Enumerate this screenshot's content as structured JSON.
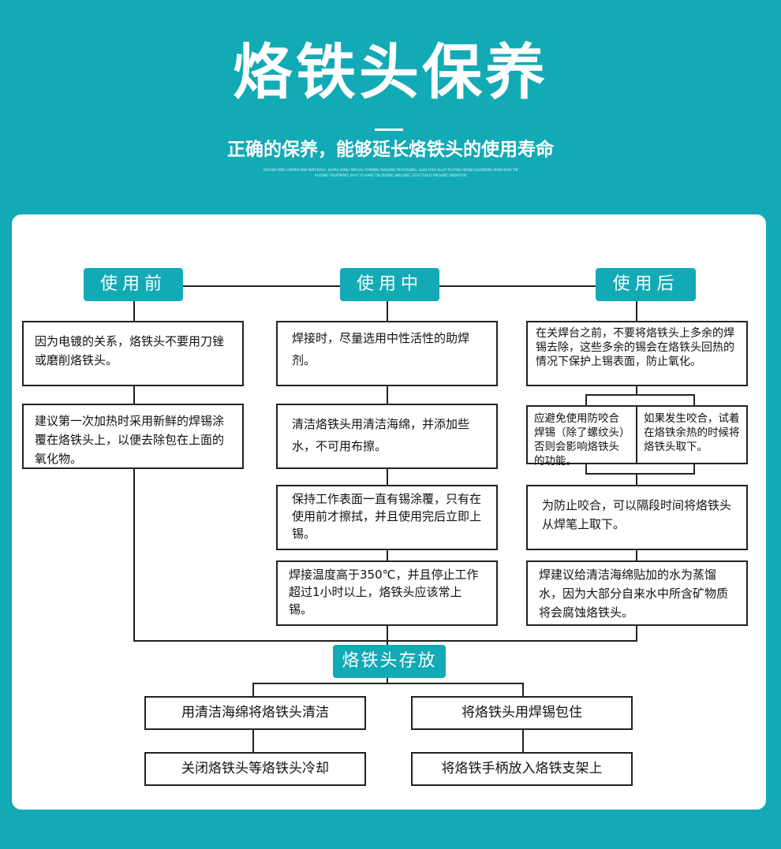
{
  "header": {
    "title": "烙铁头保养",
    "subtitle": "正确的保养，能够延长烙铁头的使用寿命",
    "fine_print": "OXYGEN-FREE COPPER RAW MATERIALS, SHARE USING SPECIAL FORMING MACHINE PROCESSING, LEAD-FREE ALLOY PLATING DENSE SOLDERING IRON HEAD TIN PLATING TREATMENT, EASY TO HANG TIN DURING WELDING, EFFECTIVELY PREVENT OXIDATION"
  },
  "columns": {
    "before": {
      "label": "使用前",
      "steps": [
        "因为电镀的关系，烙铁头不要用刀锉或磨削烙铁头。",
        "建议第一次加热时采用新鲜的焊锡涂覆在烙铁头上，以便去除包在上面的氧化物。"
      ]
    },
    "during": {
      "label": "使用中",
      "steps": [
        "焊接时，尽量选用中性活性的助焊剂。",
        "清洁烙铁头用清洁海绵，并添加些水，不可用布擦。",
        "保持工作表面一直有锡涂覆，只有在使用前才擦拭，并且使用完后立即上锡。",
        "焊接温度高于350℃，并且停止工作超过1小时以上，烙铁头应该常上锡。"
      ]
    },
    "after": {
      "label": "使用后",
      "steps": [
        "在关焊台之前，不要将烙铁头上多余的焊锡去除，这些多余的锡会在烙铁头回热的 情况下保护上锡表面，防止氧化。",
        "应避免使用防咬合焊锡（除了螺纹头）否则会影响烙铁头的功能。",
        "如果发生咬合，试着在烙铁余热的时候将烙铁头取下。",
        "为防止咬合，可以隔段时间将烙铁头从焊笔上取下。",
        "焊建议给清洁海绵贴加的水为蒸馏水，因为大部分自来水中所含矿物质将会腐蚀烙铁头。"
      ]
    }
  },
  "storage": {
    "label": "烙铁头存放",
    "left": [
      "用清洁海绵将烙铁头清洁",
      "关闭烙铁头等烙铁头冷却"
    ],
    "right": [
      "将烙铁头用焊锡包住",
      "将烙铁手柄放入烙铁支架上"
    ]
  },
  "colors": {
    "accent": "#12aab5",
    "card": "#ffffff",
    "line": "#222222"
  }
}
